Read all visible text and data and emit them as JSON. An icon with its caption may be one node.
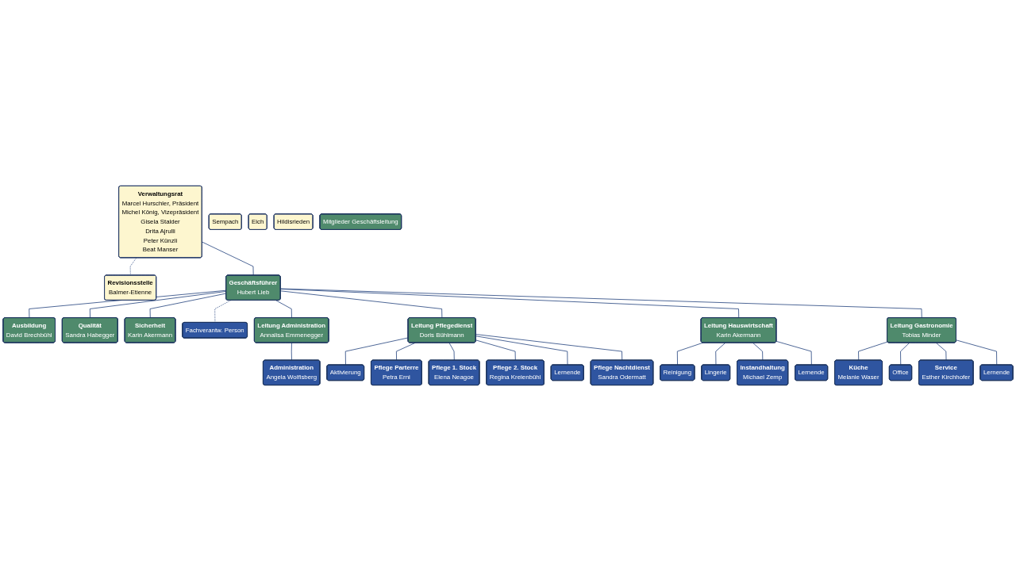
{
  "diagram": {
    "nodes": [
      {
        "text": [
          "Verwaltungsrat",
          "Marcel Hurschler, Präsident",
          "Michel König, Vizepräsident",
          "Gisela Stalder",
          "Drita Ajrulli",
          "Peter Künzli",
          "Beat Manser"
        ]
      },
      {
        "text": [
          "Revisionsstelle",
          "Balmer-Etienne"
        ]
      },
      {
        "text": [
          "Sempach"
        ]
      },
      {
        "text": [
          "Eich"
        ]
      },
      {
        "text": [
          "Hildisrieden"
        ]
      },
      {
        "text": [
          "Geschäftsführer",
          "Hubert Lieb"
        ]
      },
      {
        "text": [
          "Ausbildung",
          "David Brechbühl"
        ]
      },
      {
        "text": [
          "Qualität",
          "Sandra Habegger"
        ]
      },
      {
        "text": [
          "Sicherheit",
          "Karin Akermann"
        ]
      },
      {
        "text": [
          "Fachverantw. Person"
        ]
      },
      {
        "text": [
          "Leitung Administration",
          "Annalisa Emmenegger"
        ]
      },
      {
        "text": [
          "Leitung Pflegedienst",
          "Doris Bühlmann"
        ]
      },
      {
        "text": [
          "Leitung Hauswirtschaft",
          "Karin Akermann"
        ]
      },
      {
        "text": [
          "Leitung Gastronomie",
          "Tobias Minder"
        ]
      },
      {
        "text": [
          "Administration",
          "Angela Wolfisberg"
        ]
      },
      {
        "text": [
          "Aktivierung"
        ]
      },
      {
        "text": [
          "Pflege Parterre",
          "Petra Erni"
        ]
      },
      {
        "text": [
          "Reinigung"
        ]
      },
      {
        "text": [
          "Küche",
          "Melanie Waser"
        ]
      },
      {
        "text": [
          "Pflege 1. Stock",
          "Elena Neagoe"
        ]
      },
      {
        "text": [
          "Lingerie"
        ]
      },
      {
        "text": [
          "Office"
        ]
      },
      {
        "text": [
          "Pflege 2. Stock",
          "Regina Kreienbühl"
        ]
      },
      {
        "text": [
          "Instandhaltung",
          "Michael Zemp"
        ]
      },
      {
        "text": [
          "Service",
          "Esther Kirchhofer"
        ]
      },
      {
        "text": [
          "Mitglieder Geschäftsleitung"
        ]
      },
      {
        "text": [
          "Lernende"
        ]
      },
      {
        "text": [
          "Pflege Nachtdienst",
          "Sandra Odermatt"
        ]
      },
      {
        "text": [
          "Lernende"
        ]
      },
      {
        "text": [
          "Lernende"
        ]
      }
    ],
    "edges": [
      {
        "from": 0,
        "to": 1,
        "arrow": "none",
        "style": "dashed"
      },
      {
        "from": 0,
        "to": 5,
        "arrow": "none"
      },
      {
        "from": 5,
        "to": 6,
        "arrow": "none"
      },
      {
        "from": 5,
        "to": 7,
        "arrow": "none"
      },
      {
        "from": 5,
        "to": 8,
        "arrow": "none"
      },
      {
        "from": 5,
        "to": 9,
        "arrow": "none",
        "style": "dashed"
      },
      {
        "from": 5,
        "to": 10,
        "arrow": "none"
      },
      {
        "from": 5,
        "to": 11,
        "arrow": "none"
      },
      {
        "from": 5,
        "to": 12,
        "arrow": "none"
      },
      {
        "from": 5,
        "to": 13,
        "arrow": "none"
      },
      {
        "from": 10,
        "to": 14,
        "arrow": "none"
      },
      {
        "from": 11,
        "to": 15,
        "arrow": "none"
      },
      {
        "from": 11,
        "to": 16,
        "arrow": "none"
      },
      {
        "from": 11,
        "to": 19,
        "arrow": "none"
      },
      {
        "from": 11,
        "to": 22,
        "arrow": "none"
      },
      {
        "from": 11,
        "to": 26,
        "arrow": "none"
      },
      {
        "from": 11,
        "to": 27,
        "arrow": "none"
      },
      {
        "from": 12,
        "to": 17,
        "arrow": "none"
      },
      {
        "from": 12,
        "to": 20,
        "arrow": "none"
      },
      {
        "from": 12,
        "to": 23,
        "arrow": "none"
      },
      {
        "from": 12,
        "to": 28,
        "arrow": "none"
      },
      {
        "from": 13,
        "to": 18,
        "arrow": "none"
      },
      {
        "from": 13,
        "to": 21,
        "arrow": "none"
      },
      {
        "from": 13,
        "to": 24,
        "arrow": "none"
      },
      {
        "from": 13,
        "to": 29,
        "arrow": "none"
      }
    ]
  }
}
